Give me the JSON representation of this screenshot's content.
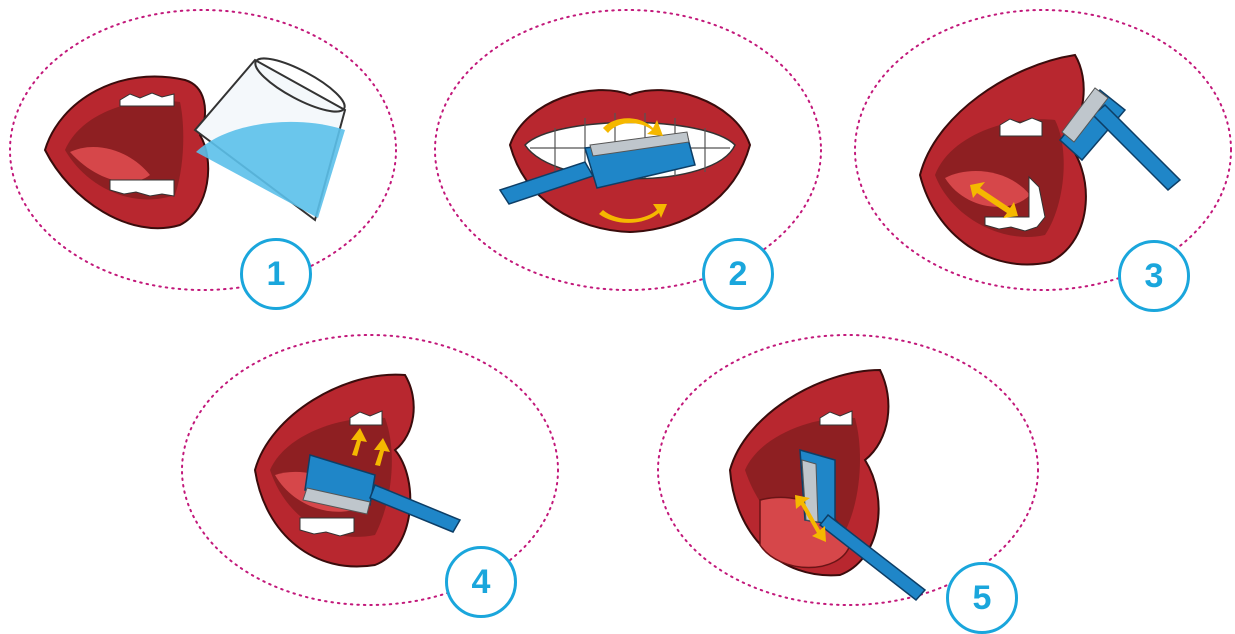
{
  "steps": [
    {
      "number": "1",
      "illustration": "rinse-mouth-with-water"
    },
    {
      "number": "2",
      "illustration": "brush-front-teeth"
    },
    {
      "number": "3",
      "illustration": "brush-lower-inner-teeth"
    },
    {
      "number": "4",
      "illustration": "brush-upper-inner-teeth"
    },
    {
      "number": "5",
      "illustration": "brush-lower-front-inner-teeth"
    }
  ],
  "colors": {
    "oval_border": "#c2187a",
    "badge": "#1aa6dc",
    "lips": "#b8272f",
    "mouth_inside": "#8e1f22",
    "tongue": "#d6474a",
    "toothbrush": "#1f86c8",
    "arrow": "#f5b800",
    "water": "#5bc0ea"
  }
}
